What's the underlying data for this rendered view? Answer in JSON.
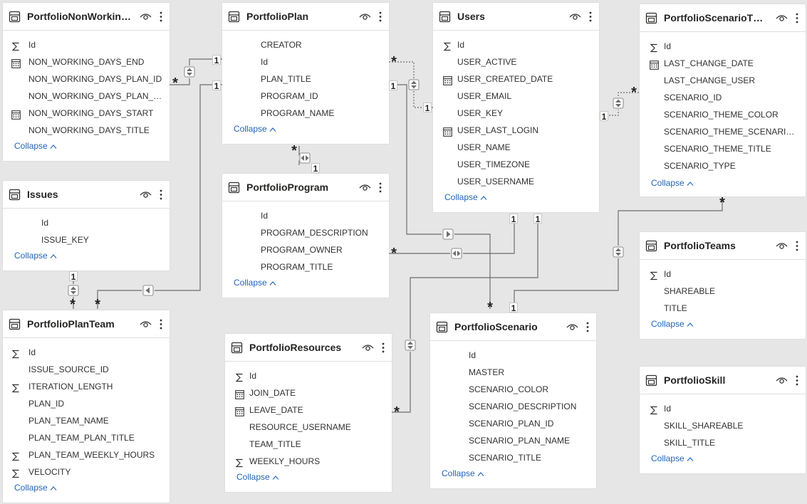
{
  "collapse_label": "Collapse",
  "colors": {
    "canvas": "#e6e6e6",
    "card": "#ffffff",
    "line": "#6e6e6e",
    "link": "#2264b8",
    "text": "#252423"
  },
  "icons": {
    "table": "table-icon",
    "visibility": "eye-icon",
    "more": "more-options-icon",
    "sum": "sigma-icon",
    "date": "calendar-icon",
    "collapse": "chevron-up-icon"
  },
  "tables": {
    "portfolio_non_working": {
      "title": "PortfolioNonWorking...",
      "fields": [
        {
          "name": "Id",
          "icon": "sum"
        },
        {
          "name": "NON_WORKING_DAYS_END",
          "icon": "date"
        },
        {
          "name": "NON_WORKING_DAYS_PLAN_ID",
          "icon": ""
        },
        {
          "name": "NON_WORKING_DAYS_PLAN_N...",
          "icon": ""
        },
        {
          "name": "NON_WORKING_DAYS_START",
          "icon": "date"
        },
        {
          "name": "NON_WORKING_DAYS_TITLE",
          "icon": ""
        }
      ]
    },
    "portfolio_plan": {
      "title": "PortfolioPlan",
      "fields": [
        {
          "name": "CREATOR",
          "icon": ""
        },
        {
          "name": "Id",
          "icon": ""
        },
        {
          "name": "PLAN_TITLE",
          "icon": ""
        },
        {
          "name": "PROGRAM_ID",
          "icon": ""
        },
        {
          "name": "PROGRAM_NAME",
          "icon": ""
        }
      ]
    },
    "users": {
      "title": "Users",
      "fields": [
        {
          "name": "Id",
          "icon": "sum"
        },
        {
          "name": "USER_ACTIVE",
          "icon": ""
        },
        {
          "name": "USER_CREATED_DATE",
          "icon": "date"
        },
        {
          "name": "USER_EMAIL",
          "icon": ""
        },
        {
          "name": "USER_KEY",
          "icon": ""
        },
        {
          "name": "USER_LAST_LOGIN",
          "icon": "date"
        },
        {
          "name": "USER_NAME",
          "icon": ""
        },
        {
          "name": "USER_TIMEZONE",
          "icon": ""
        },
        {
          "name": "USER_USERNAME",
          "icon": ""
        }
      ]
    },
    "portfolio_scenario_theme": {
      "title": "PortfolioScenarioThe...",
      "fields": [
        {
          "name": "Id",
          "icon": "sum"
        },
        {
          "name": "LAST_CHANGE_DATE",
          "icon": "date"
        },
        {
          "name": "LAST_CHANGE_USER",
          "icon": ""
        },
        {
          "name": "SCENARIO_ID",
          "icon": ""
        },
        {
          "name": "SCENARIO_THEME_COLOR",
          "icon": ""
        },
        {
          "name": "SCENARIO_THEME_SCENARIO_...",
          "icon": ""
        },
        {
          "name": "SCENARIO_THEME_TITLE",
          "icon": ""
        },
        {
          "name": "SCENARIO_TYPE",
          "icon": ""
        }
      ]
    },
    "issues": {
      "title": "Issues",
      "fields": [
        {
          "name": "Id",
          "icon": ""
        },
        {
          "name": "ISSUE_KEY",
          "icon": ""
        }
      ]
    },
    "portfolio_program": {
      "title": "PortfolioProgram",
      "fields": [
        {
          "name": "Id",
          "icon": ""
        },
        {
          "name": "PROGRAM_DESCRIPTION",
          "icon": ""
        },
        {
          "name": "PROGRAM_OWNER",
          "icon": ""
        },
        {
          "name": "PROGRAM_TITLE",
          "icon": ""
        }
      ]
    },
    "portfolio_teams": {
      "title": "PortfolioTeams",
      "fields": [
        {
          "name": "Id",
          "icon": "sum"
        },
        {
          "name": "SHAREABLE",
          "icon": ""
        },
        {
          "name": "TITLE",
          "icon": ""
        }
      ]
    },
    "portfolio_plan_team": {
      "title": "PortfolioPlanTeam",
      "fields": [
        {
          "name": "Id",
          "icon": "sum"
        },
        {
          "name": "ISSUE_SOURCE_ID",
          "icon": ""
        },
        {
          "name": "ITERATION_LENGTH",
          "icon": "sum"
        },
        {
          "name": "PLAN_ID",
          "icon": ""
        },
        {
          "name": "PLAN_TEAM_NAME",
          "icon": ""
        },
        {
          "name": "PLAN_TEAM_PLAN_TITLE",
          "icon": ""
        },
        {
          "name": "PLAN_TEAM_WEEKLY_HOURS",
          "icon": "sum"
        },
        {
          "name": "VELOCITY",
          "icon": "sum"
        }
      ]
    },
    "portfolio_resources": {
      "title": "PortfolioResources",
      "fields": [
        {
          "name": "Id",
          "icon": "sum"
        },
        {
          "name": "JOIN_DATE",
          "icon": "date"
        },
        {
          "name": "LEAVE_DATE",
          "icon": "date"
        },
        {
          "name": "RESOURCE_USERNAME",
          "icon": ""
        },
        {
          "name": "TEAM_TITLE",
          "icon": ""
        },
        {
          "name": "WEEKLY_HOURS",
          "icon": "sum"
        }
      ]
    },
    "portfolio_scenario": {
      "title": "PortfolioScenario",
      "fields": [
        {
          "name": "Id",
          "icon": ""
        },
        {
          "name": "MASTER",
          "icon": ""
        },
        {
          "name": "SCENARIO_COLOR",
          "icon": ""
        },
        {
          "name": "SCENARIO_DESCRIPTION",
          "icon": ""
        },
        {
          "name": "SCENARIO_PLAN_ID",
          "icon": ""
        },
        {
          "name": "SCENARIO_PLAN_NAME",
          "icon": ""
        },
        {
          "name": "SCENARIO_TITLE",
          "icon": ""
        }
      ]
    },
    "portfolio_skill": {
      "title": "PortfolioSkill",
      "fields": [
        {
          "name": "Id",
          "icon": "sum"
        },
        {
          "name": "SKILL_SHAREABLE",
          "icon": ""
        },
        {
          "name": "SKILL_TITLE",
          "icon": ""
        }
      ]
    }
  },
  "cardinality": {
    "one": "1",
    "many": "*"
  },
  "relationships": [
    {
      "from": "portfolio_non_working",
      "to": "portfolio_plan",
      "from_card": "*",
      "to_card": "1",
      "direction": "both"
    },
    {
      "from": "portfolio_plan_team",
      "to": "portfolio_plan",
      "from_card": "*",
      "to_card": "1",
      "direction": "single"
    },
    {
      "from": "portfolio_plan",
      "to": "users",
      "from_card": "*",
      "to_card": "1",
      "direction": "both"
    },
    {
      "from": "portfolio_plan",
      "to": "portfolio_scenario",
      "from_card": "1",
      "to_card": "*",
      "direction": "single"
    },
    {
      "from": "portfolio_plan",
      "to": "portfolio_program",
      "from_card": "*",
      "to_card": "1",
      "direction": "both"
    },
    {
      "from": "portfolio_program",
      "to": "users",
      "from_card": "*",
      "to_card": "1",
      "direction": "both"
    },
    {
      "from": "portfolio_resources",
      "to": "users",
      "from_card": "*",
      "to_card": "1",
      "direction": "both"
    },
    {
      "from": "portfolio_scenario_theme",
      "to": "users",
      "from_card": "*",
      "to_card": "1",
      "direction": "both"
    },
    {
      "from": "portfolio_scenario_theme",
      "to": "portfolio_scenario",
      "from_card": "*",
      "to_card": "1",
      "direction": "both"
    },
    {
      "from": "portfolio_plan_team",
      "to": "issues",
      "from_card": "*",
      "to_card": "1",
      "direction": "both"
    }
  ]
}
